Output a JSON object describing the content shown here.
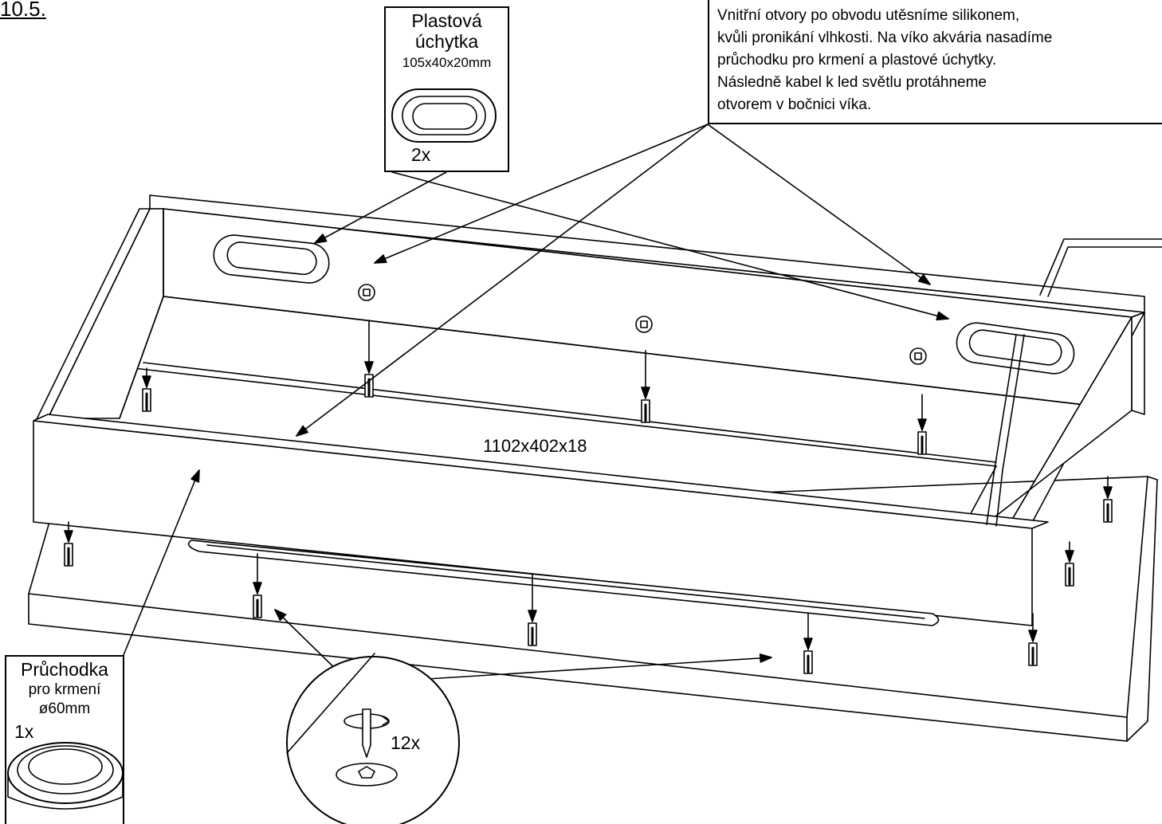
{
  "step_number": "10.5.",
  "main_dimension": "1102x402x18",
  "note_box": {
    "lines": [
      "Vnitřní otvory po obvodu utěsníme silikonem,",
      "kvůli pronikání vlhkosti. Na víko akvária nasadíme",
      "průchodku pro krmení a plastové úchytky.",
      "Následně kabel k led světlu protáhneme",
      "otvorem v bočnici víka."
    ]
  },
  "handle_box": {
    "title_line1": "Plastová",
    "title_line2": "úchytka",
    "size": "105x40x20mm",
    "quantity": "2x"
  },
  "grommet_box": {
    "title": "Průchodka",
    "subtitle": "pro krmení",
    "diameter": "ø60mm",
    "quantity": "1x"
  },
  "screw_detail": {
    "quantity": "12x"
  },
  "colors": {
    "line": "#000000",
    "background": "#ffffff"
  }
}
